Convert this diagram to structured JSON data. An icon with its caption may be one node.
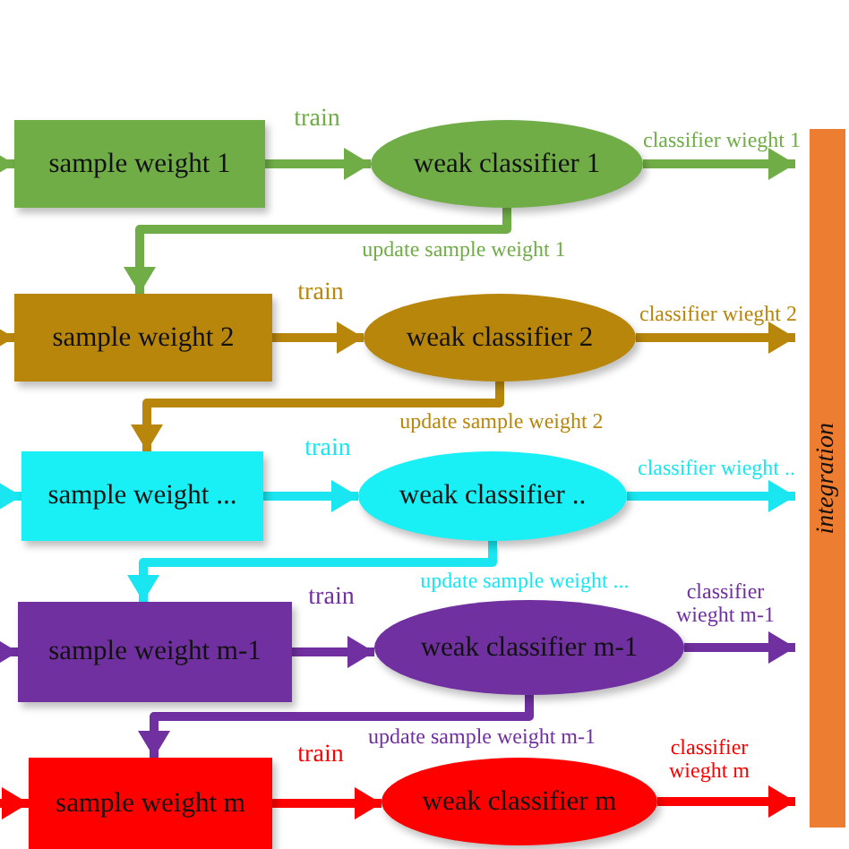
{
  "diagram": {
    "nodes": [
      {
        "text": [
          "sample weight 1"
        ]
      },
      {
        "text": [
          "weak classifier 1"
        ]
      },
      {
        "text": [
          "sample weight 2"
        ]
      },
      {
        "text": [
          "weak classifier 2"
        ]
      },
      {
        "text": [
          "sample weight ..."
        ]
      },
      {
        "text": [
          "weak classifier .."
        ]
      },
      {
        "text": [
          "sample weight m-1"
        ]
      },
      {
        "text": [
          "weak classifier m-1"
        ]
      },
      {
        "text": [
          "sample weight m"
        ]
      },
      {
        "text": [
          "weak classifier m"
        ]
      },
      {
        "text": [
          "integration"
        ]
      }
    ],
    "edges": [
      {
        "from": null,
        "to": 0,
        "arrow": "to",
        "color": "#70ad47"
      },
      {
        "from": 0,
        "to": 1,
        "arrow": "to",
        "label": "train",
        "color": "#70ad47"
      },
      {
        "from": 1,
        "to": 10,
        "arrow": "to",
        "label": "classifier wieght 1",
        "color": "#70ad47"
      },
      {
        "from": 1,
        "to": 2,
        "arrow": "to",
        "label": "update sample weight 1",
        "color": "#70ad47"
      },
      {
        "from": null,
        "to": 2,
        "arrow": "to",
        "color": "#b8860b"
      },
      {
        "from": 2,
        "to": 3,
        "arrow": "to",
        "label": "train",
        "color": "#b8860b"
      },
      {
        "from": 3,
        "to": 10,
        "arrow": "to",
        "label": "classifier wieght 2",
        "color": "#b8860b"
      },
      {
        "from": 3,
        "to": 4,
        "arrow": "to",
        "label": "update sample weight 2",
        "color": "#b8860b"
      },
      {
        "from": null,
        "to": 4,
        "arrow": "to",
        "color": "#19e6f0"
      },
      {
        "from": 4,
        "to": 5,
        "arrow": "to",
        "label": "train",
        "color": "#19e6f0"
      },
      {
        "from": 5,
        "to": 10,
        "arrow": "to",
        "label": "classifier wieght ..",
        "color": "#19e6f0"
      },
      {
        "from": 5,
        "to": 6,
        "arrow": "to",
        "label": "update sample weight ...",
        "color": "#19e6f0"
      },
      {
        "from": null,
        "to": 6,
        "arrow": "to",
        "color": "#7030a0"
      },
      {
        "from": 6,
        "to": 7,
        "arrow": "to",
        "label": "train",
        "color": "#7030a0"
      },
      {
        "from": 7,
        "to": 10,
        "arrow": "to",
        "label": "classifier wieght m-1",
        "color": "#7030a0"
      },
      {
        "from": 7,
        "to": 8,
        "arrow": "to",
        "label": "update sample weight m-1",
        "color": "#7030a0"
      },
      {
        "from": null,
        "to": 8,
        "arrow": "to",
        "color": "#ff0000"
      },
      {
        "from": 8,
        "to": 9,
        "arrow": "to",
        "label": "train",
        "color": "#ff0000"
      },
      {
        "from": 9,
        "to": 10,
        "arrow": "to",
        "label": "classifier wieght m",
        "color": "#ff0000"
      }
    ]
  }
}
